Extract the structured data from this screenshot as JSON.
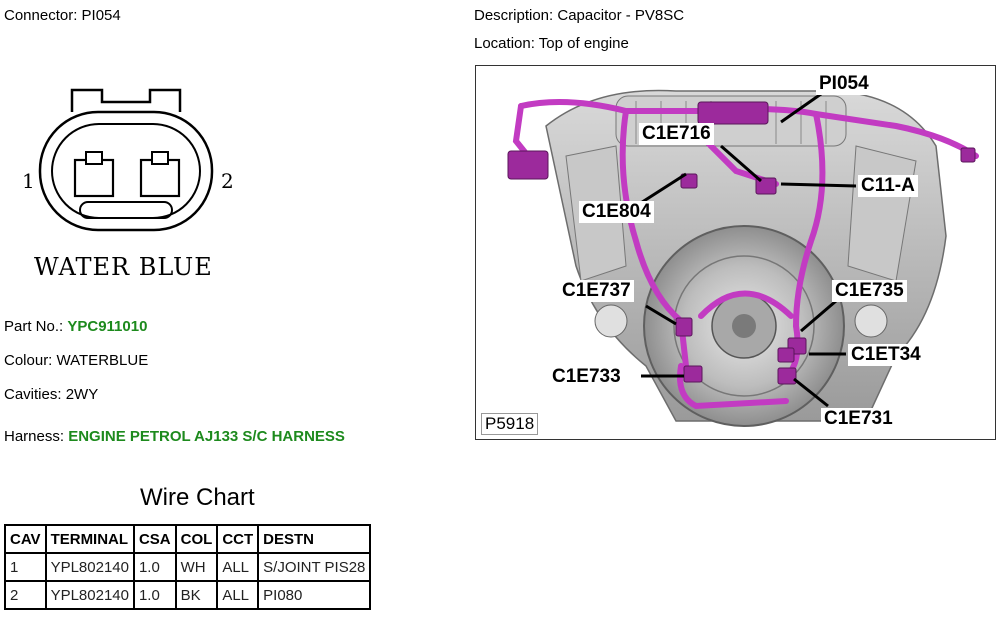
{
  "connector": {
    "label": "Connector:",
    "value": "PI054",
    "pin_left": "1",
    "pin_right": "2",
    "color_caption": "WATER BLUE"
  },
  "description": {
    "label": "Description:",
    "value": "Capacitor - PV8SC"
  },
  "location": {
    "label": "Location:",
    "value": "Top of engine"
  },
  "part_no": {
    "label": "Part No.:",
    "value": "YPC911010"
  },
  "colour": {
    "label": "Colour:",
    "value": "WATERBLUE"
  },
  "cavities": {
    "label": "Cavities:",
    "value": "2WY"
  },
  "harness": {
    "label": "Harness:",
    "value": "ENGINE PETROL AJ133 S/C HARNESS"
  },
  "figure": {
    "id": "P5918",
    "callouts": [
      "PI054",
      "C1E716",
      "C11-A",
      "C1E804",
      "C1E737",
      "C1E735",
      "C1ET34",
      "C1E733",
      "C1E731"
    ],
    "harness_color": "#c23bc2"
  },
  "wire_chart": {
    "title": "Wire Chart",
    "headers": [
      "CAV",
      "TERMINAL",
      "CSA",
      "COL",
      "CCT",
      "DESTN"
    ],
    "rows": [
      [
        "1",
        "YPL802140",
        "1.0",
        "WH",
        "ALL",
        "S/JOINT PIS28"
      ],
      [
        "2",
        "YPL802140",
        "1.0",
        "BK",
        "ALL",
        "PI080"
      ]
    ]
  },
  "colors": {
    "link_green": "#1d8a1d"
  }
}
